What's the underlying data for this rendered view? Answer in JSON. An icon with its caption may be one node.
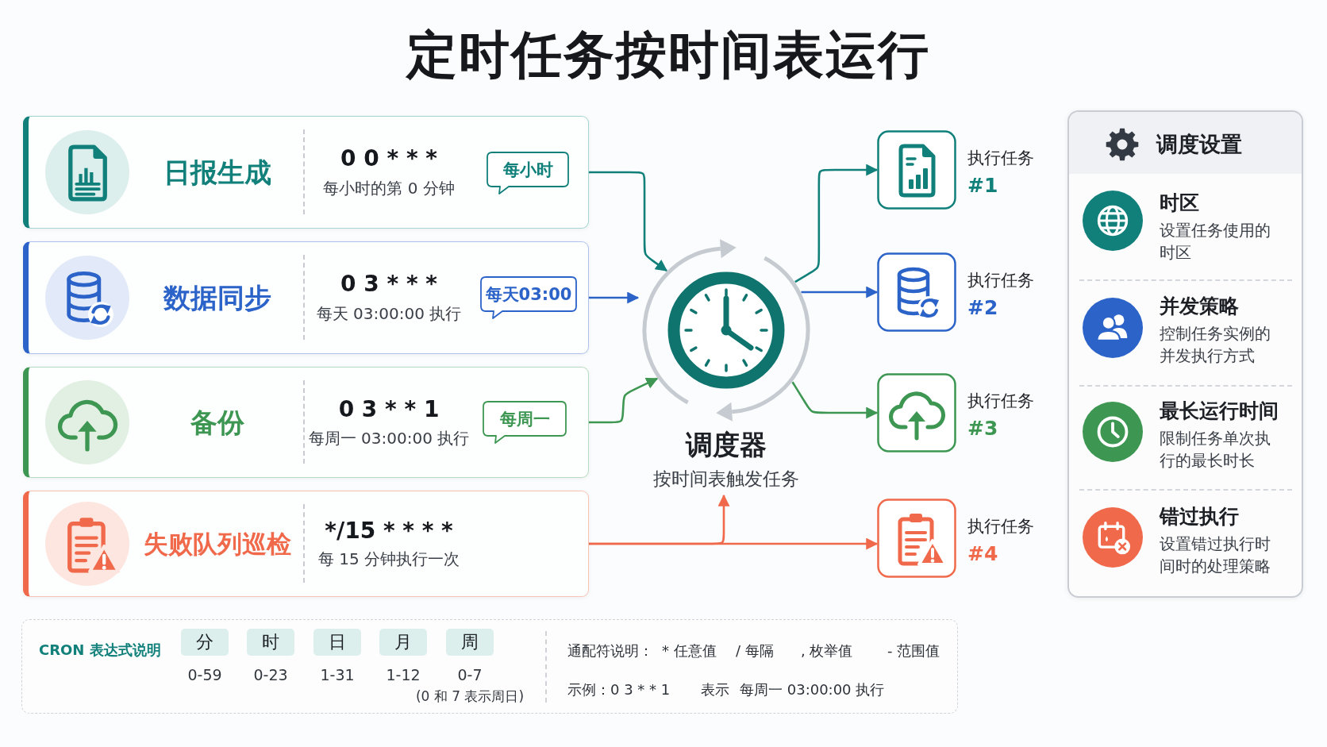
{
  "diagram": {
    "title": "定时任务按时间表运行",
    "nodes": [
      {
        "text": [
          "日报生成",
          "0 0 * * *",
          "每小时的第 0 分钟"
        ]
      },
      {
        "text": [
          "每小时"
        ],
        "in": 0
      },
      {
        "text": [
          "数据同步",
          "0 3 * * *",
          "每天 03:00:00 执行"
        ]
      },
      {
        "text": [
          "每天03:00"
        ],
        "in": 2
      },
      {
        "text": [
          "备份",
          "0 3 * * 1",
          "每周一 03:00:00 执行"
        ]
      },
      {
        "text": [
          "每周一"
        ],
        "in": 4
      },
      {
        "text": [
          "失败队列巡检",
          "*/15 * * * *",
          "每 15 分钟执行一次"
        ]
      },
      {
        "text": [
          "调度器",
          "按时间表触发任务"
        ]
      },
      {
        "text": [
          "执行任务",
          "#1"
        ]
      },
      {
        "text": [
          "执行任务",
          "#2"
        ]
      },
      {
        "text": [
          "执行任务",
          "#3"
        ]
      },
      {
        "text": [
          "执行任务",
          "#4"
        ]
      },
      {
        "text": [
          "调度设置",
          "时区",
          "设置任务使用的时区",
          "并发策略",
          "控制任务实例的并发执行方式",
          "最长运行时间",
          "限制任务单次执行的最长时长",
          "错过执行",
          "设置错过执行时间时的处理策略"
        ]
      },
      {
        "text": [
          "CRON 表达式说明",
          "通配符说明：",
          "* 任意值",
          "/ 每隔",
          ", 枚举值",
          "- 范围值",
          "示例：0 3 * * 1",
          "表示",
          "每周一 03:00:00 执行"
        ]
      },
      {
        "text": [
          "分"
        ],
        "in": 13,
        "beside": [
          "0-59"
        ]
      },
      {
        "text": [
          "时"
        ],
        "in": 13,
        "beside": [
          "0-23"
        ]
      },
      {
        "text": [
          "日"
        ],
        "in": 13,
        "beside": [
          "1-31"
        ]
      },
      {
        "text": [
          "月"
        ],
        "in": 13,
        "beside": [
          "1-12"
        ]
      },
      {
        "text": [
          "周"
        ],
        "in": 13,
        "beside": [
          "0-7",
          "(0 和 7 表示周日)"
        ]
      }
    ],
    "edges": [
      {
        "from": 0,
        "to": 7,
        "arrow": "to",
        "color": "#11807a"
      },
      {
        "from": 2,
        "to": 7,
        "arrow": "to",
        "color": "#2b63c8"
      },
      {
        "from": 4,
        "to": 7,
        "arrow": "to",
        "color": "#3d9752"
      },
      {
        "from": 6,
        "to": 7,
        "arrow": "to",
        "color": "#f0694b"
      },
      {
        "from": 6,
        "to": 11,
        "arrow": "to",
        "color": "#f0694b"
      },
      {
        "from": 7,
        "to": 8,
        "arrow": "to",
        "color": "#11807a"
      },
      {
        "from": 7,
        "to": 9,
        "arrow": "to",
        "color": "#2b63c8"
      },
      {
        "from": 7,
        "to": 10,
        "arrow": "to",
        "color": "#3d9752"
      }
    ]
  }
}
